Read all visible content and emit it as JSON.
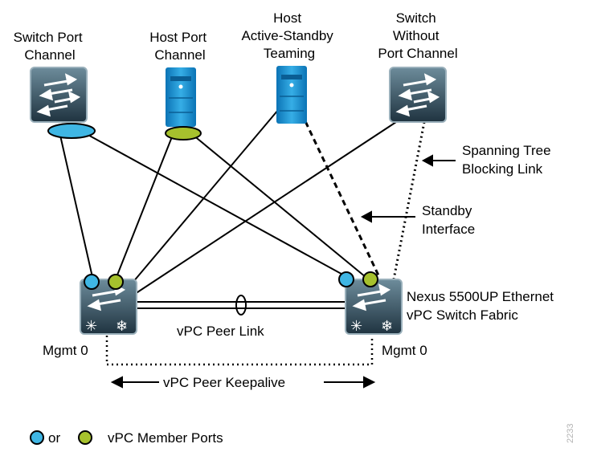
{
  "devices": {
    "switch_port_channel": {
      "label_lines": [
        "Switch Port",
        "Channel"
      ]
    },
    "host_port_channel": {
      "label_lines": [
        "Host Port",
        "Channel"
      ]
    },
    "host_active_standby": {
      "label_lines": [
        "Host",
        "Active-Standby",
        "Teaming"
      ]
    },
    "switch_without_pc": {
      "label_lines": [
        "Switch",
        "Without",
        "Port Channel"
      ]
    },
    "nexus": {
      "label_lines": [
        "Nexus 5500UP Ethernet",
        "vPC Switch Fabric"
      ]
    }
  },
  "annotations": {
    "spanning_tree": [
      "Spanning Tree",
      "Blocking Link"
    ],
    "standby": [
      "Standby",
      "Interface"
    ],
    "peer_link": "vPC Peer Link",
    "mgmt_left": "Mgmt 0",
    "mgmt_right": "Mgmt 0",
    "keepalive": "vPC Peer Keepalive"
  },
  "legend": {
    "or_text": "or",
    "member_ports": "vPC Member Ports"
  },
  "figure_id": "2233",
  "colors": {
    "port_blue": "#3fb6e4",
    "port_green": "#a6c12d",
    "switch_dark": "#2b3d48",
    "switch_light": "#5b7a8a",
    "server_blue": "#1f9ad6"
  }
}
